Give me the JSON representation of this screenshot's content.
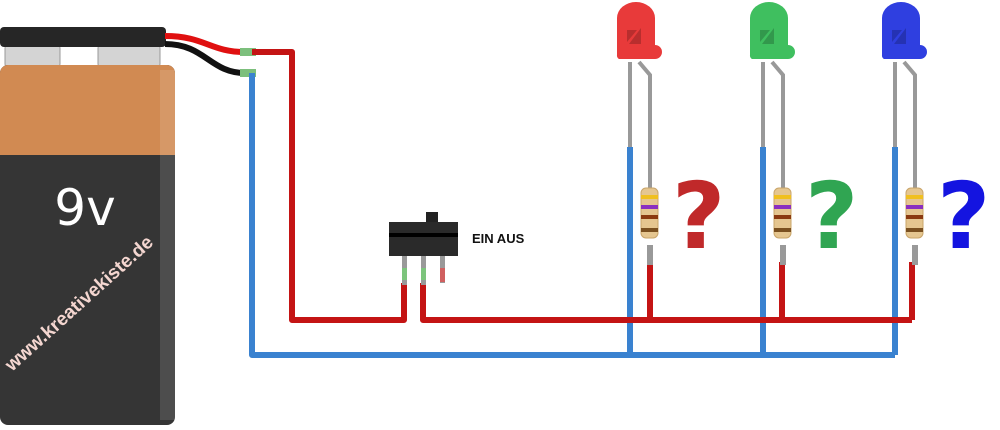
{
  "battery": {
    "voltage_label": "9v",
    "watermark": "www.kreativekiste.de"
  },
  "switch": {
    "label": "EIN AUS"
  },
  "leds": [
    {
      "color_name": "red",
      "color": "#e83a3a",
      "question_mark": "?",
      "question_color": "#c0292a"
    },
    {
      "color_name": "green",
      "color": "#3fbf5f",
      "question_mark": "?",
      "question_color": "#30a552"
    },
    {
      "color_name": "blue",
      "color": "#2f3fe0",
      "question_mark": "?",
      "question_color": "#1414e0"
    }
  ],
  "colors": {
    "positive_wire": "#c41414",
    "negative_wire": "#3a82d0"
  }
}
